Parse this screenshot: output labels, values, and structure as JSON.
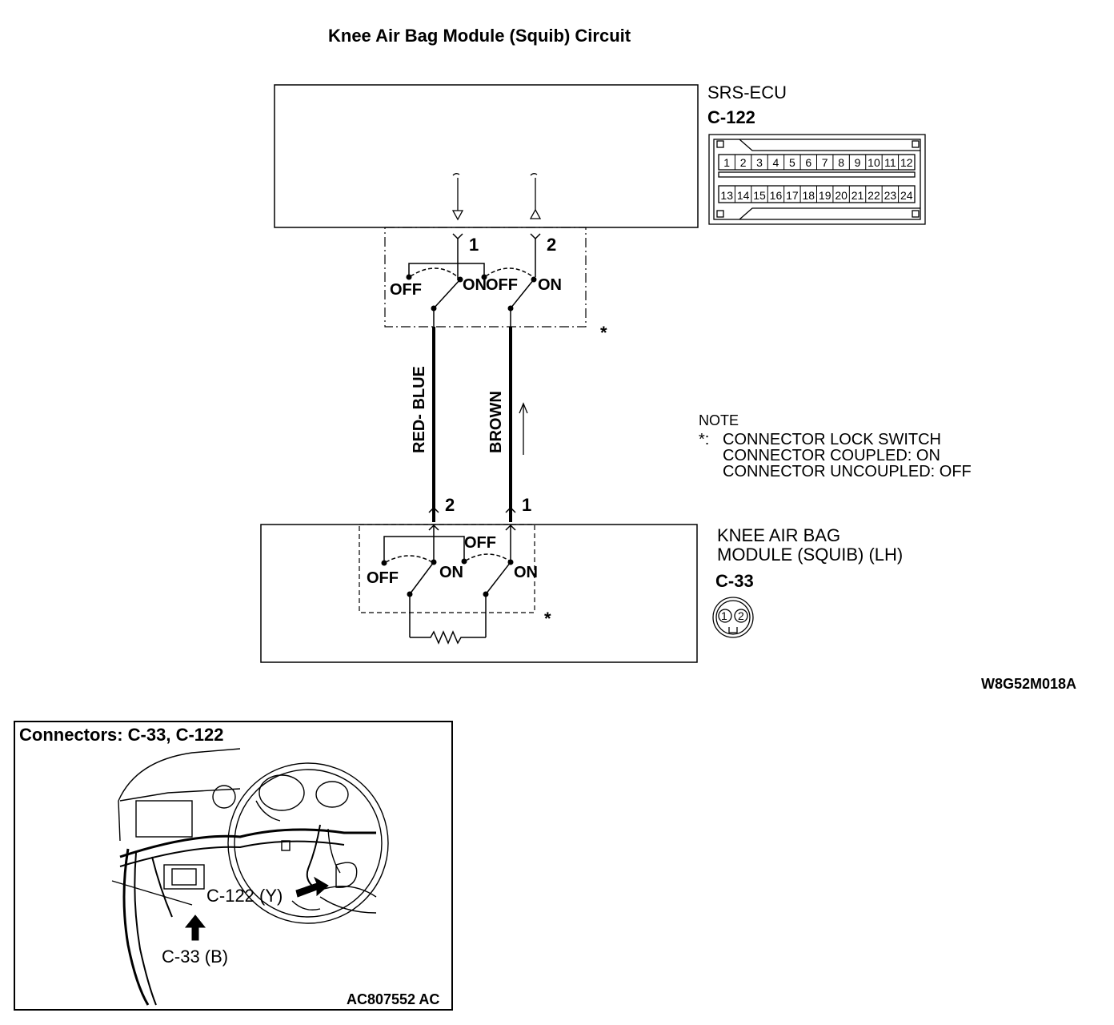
{
  "title": "Knee Air Bag Module (Squib) Circuit",
  "ecu": {
    "name": "SRS-ECU",
    "connector": "C-122",
    "pins_top": [
      "1",
      "2",
      "3",
      "4",
      "5",
      "6",
      "7",
      "8",
      "9",
      "10",
      "11",
      "12"
    ],
    "pins_bottom": [
      "13",
      "14",
      "15",
      "16",
      "17",
      "18",
      "19",
      "20",
      "21",
      "22",
      "23",
      "24"
    ],
    "terminal_left": "1",
    "terminal_right": "2"
  },
  "switch_labels": {
    "off": "OFF",
    "on": "ON"
  },
  "asterisk": "*",
  "wires": {
    "left": "RED- BLUE",
    "right": "BROWN"
  },
  "module": {
    "name_line1": "KNEE AIR BAG",
    "name_line2": "MODULE (SQUIB) (LH)",
    "connector": "C-33",
    "terminal_left": "2",
    "terminal_right": "1",
    "pin_labels": [
      "1",
      "2"
    ]
  },
  "note": {
    "heading": "NOTE",
    "marker": "*:",
    "line1": "CONNECTOR LOCK SWITCH",
    "line2": "CONNECTOR COUPLED: ON",
    "line3": "CONNECTOR UNCOUPLED: OFF"
  },
  "diagram_code": "W8G52M018A",
  "location": {
    "title": "Connectors: C-33, C-122",
    "callout_c122": "C-122 (Y)",
    "callout_c33": "C-33 (B)",
    "figure_code": "AC807552 AC"
  }
}
